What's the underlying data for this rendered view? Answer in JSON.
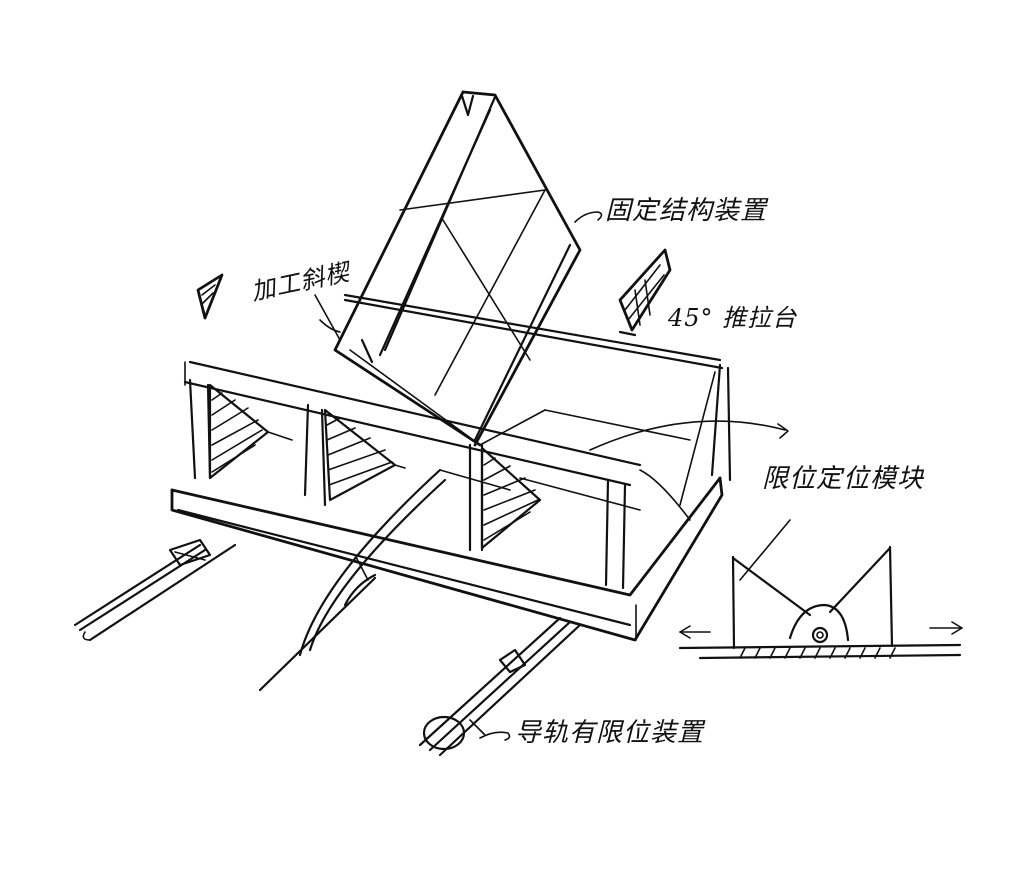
{
  "figure": {
    "type": "hand-drawn design sketch",
    "background": "#ffffff",
    "ink_color": "#111111"
  },
  "annotations": {
    "fixed_structure": {
      "arrow": "→",
      "text": "固定结构装置"
    },
    "wedge": {
      "text": "加工斜楔"
    },
    "push_pull_table": {
      "text": "45° 推拉台"
    },
    "limit_module": {
      "text": "限位定位模块"
    },
    "rail_limit": {
      "arrow": "→",
      "text": "导轨有限位装置"
    }
  },
  "components": [
    "tilted-rectangular-panel",
    "base-platform",
    "triangular-brace-left",
    "triangular-brace-center",
    "triangular-brace-right",
    "side-rail-left",
    "side-rail-right",
    "curved-arc-guide",
    "wedge-block-small-left",
    "wedge-block-45deg",
    "limit-module-detail",
    "circle-marker"
  ],
  "detail_inset": {
    "left_arrow": "←",
    "right_arrow": "→"
  }
}
